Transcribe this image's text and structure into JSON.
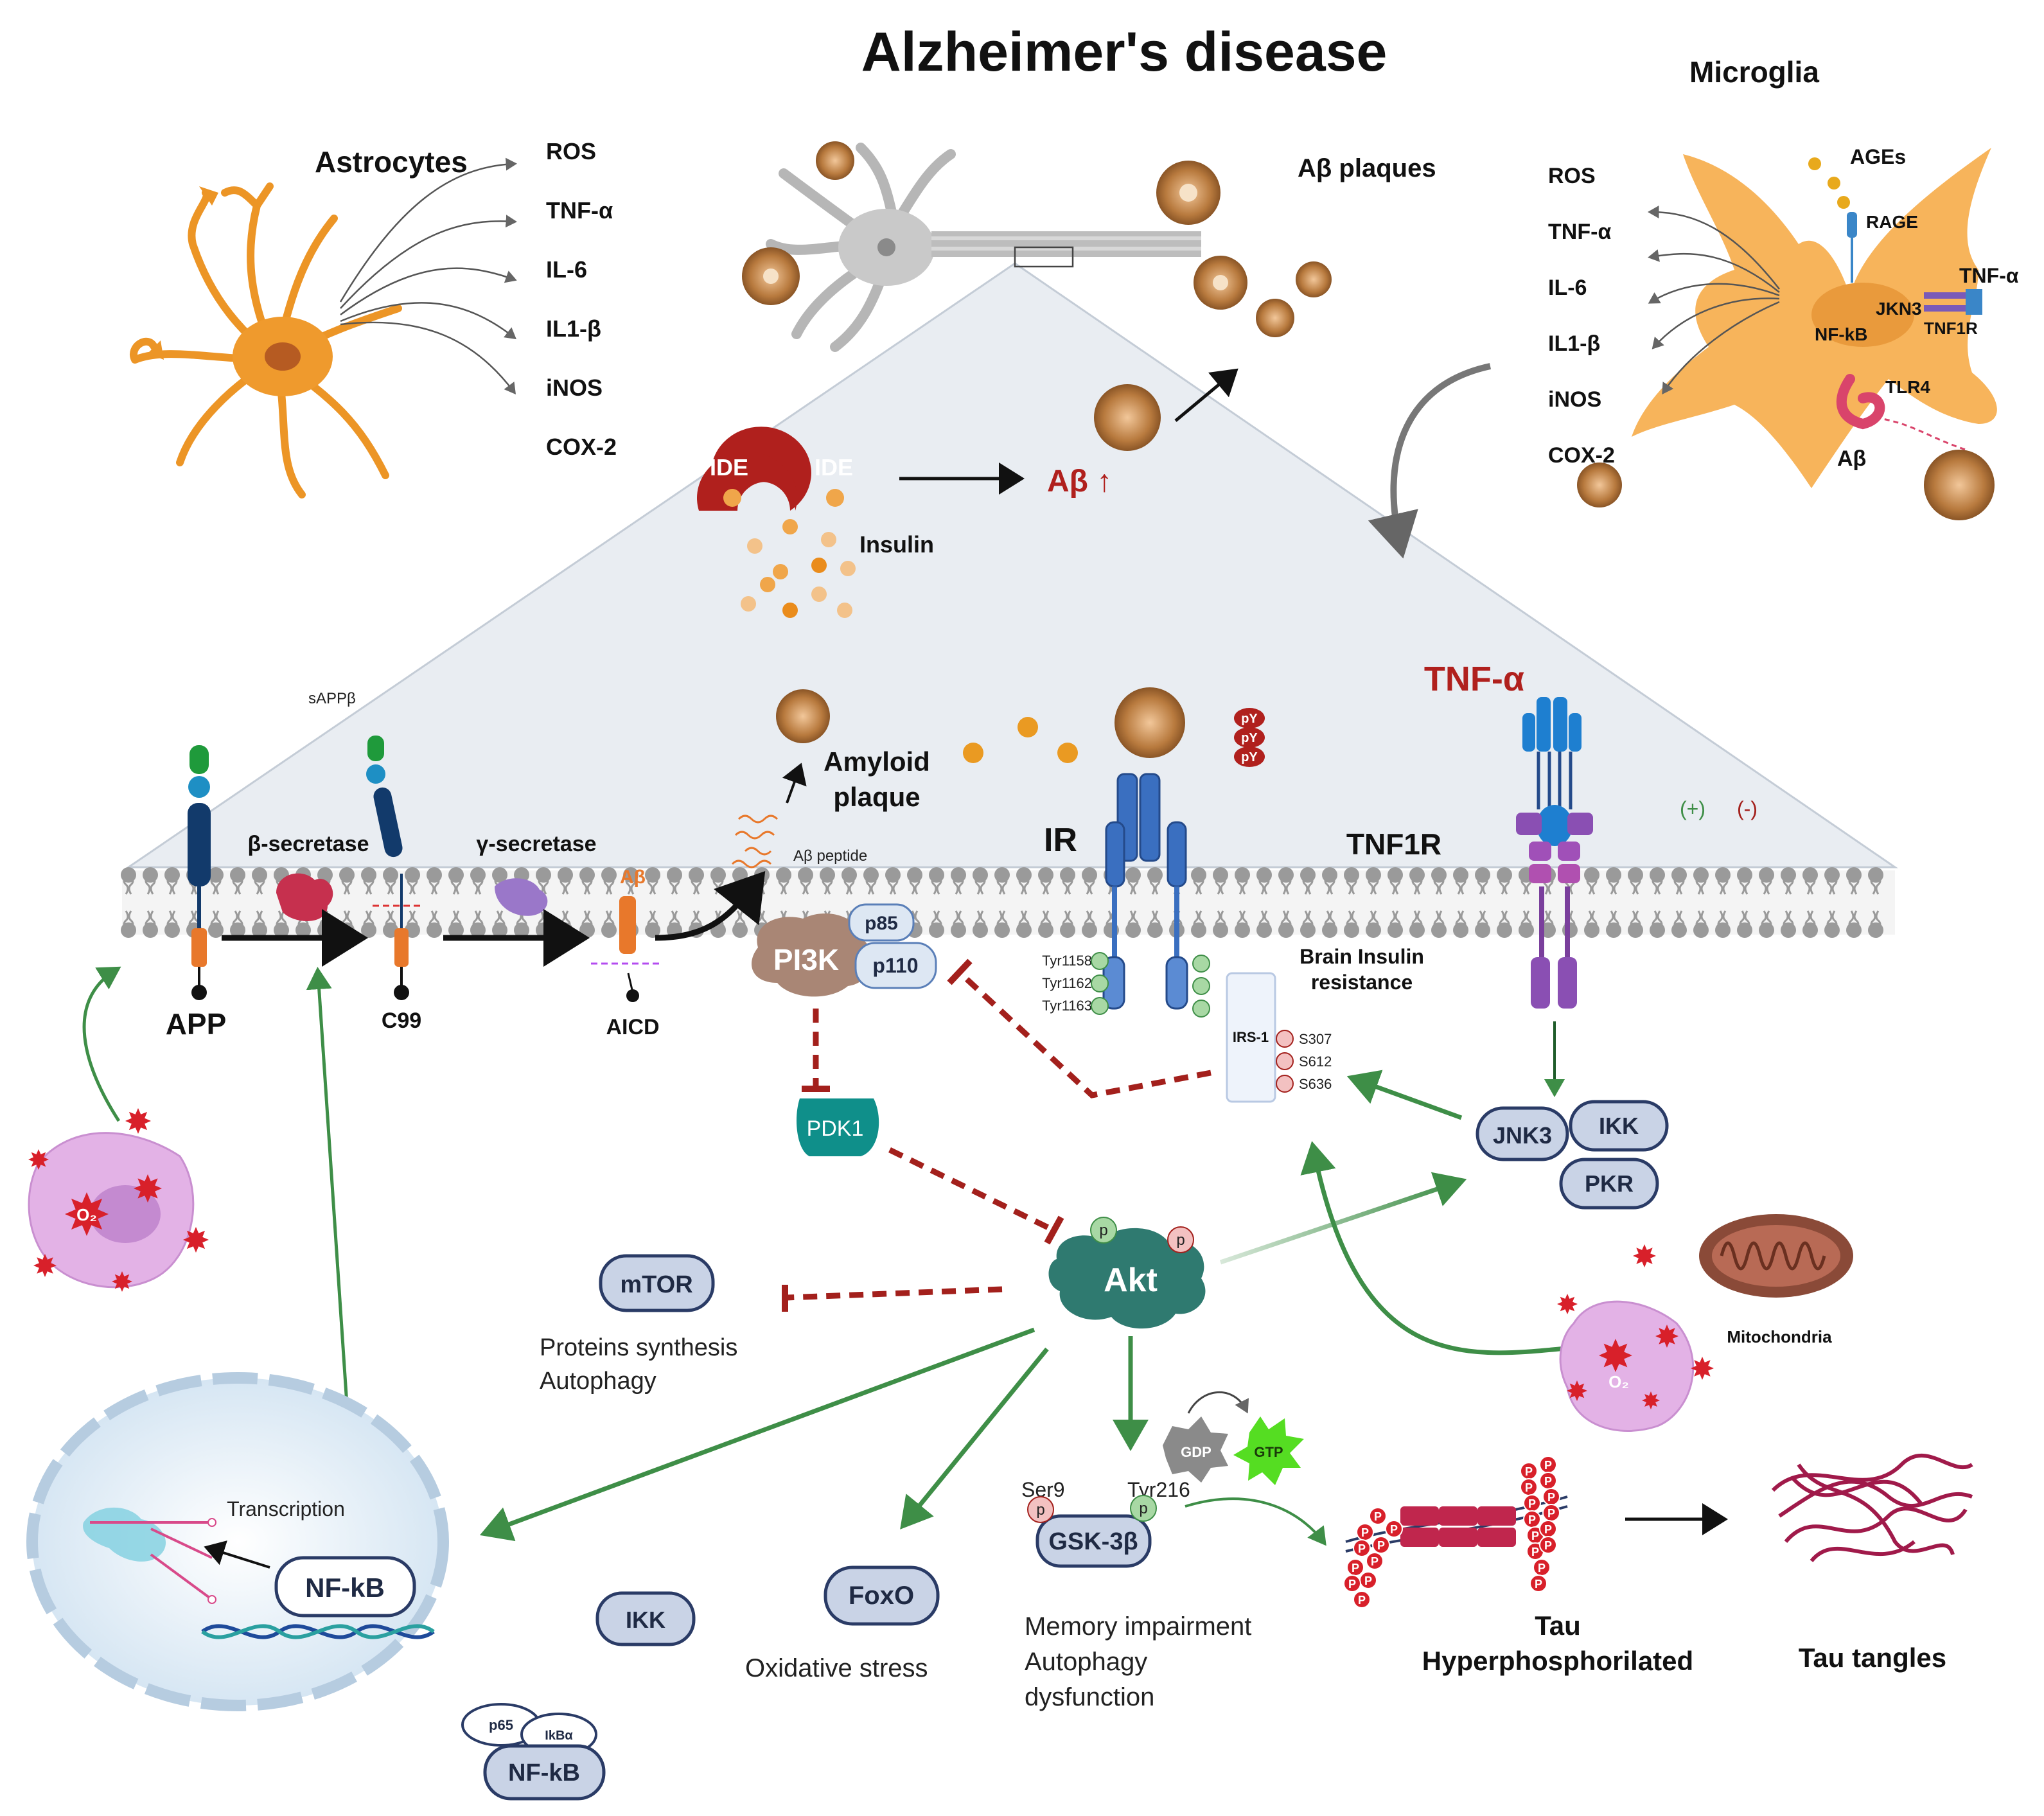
{
  "title": "Alzheimer's disease",
  "astrocytes": {
    "label": "Astrocytes",
    "outputs": [
      "ROS",
      "TNF-α",
      "IL-6",
      "IL1-β",
      "iNOS",
      "COX-2"
    ]
  },
  "microglia": {
    "label": "Microglia",
    "outputs": [
      "ROS",
      "TNF-α",
      "IL-6",
      "IL1-β",
      "iNOS",
      "COX-2"
    ],
    "ages": "AGEs",
    "rage": "RAGE",
    "jkn3": "JKN3",
    "nfkb": "NF-kB",
    "tnf_alpha": "TNF-α",
    "tnf1r": "TNF1R",
    "tlr4": "TLR4",
    "abeta": "Aβ"
  },
  "abeta_plaques": "Aβ plaques",
  "ide": [
    "IDE",
    "IDE"
  ],
  "insulin": "Insulin",
  "abeta_up": "Aβ ↑",
  "sappb": "sAPPβ",
  "amyloid_plaque": [
    "Amyloid",
    "plaque"
  ],
  "abeta_peptide": "Aβ peptide",
  "ir": "IR",
  "py": [
    "pY",
    "pY",
    "pY"
  ],
  "tnf_alpha_big": "TNF-α",
  "tnf1r_membrane": "TNF1R",
  "legend": {
    "plus": "(+)",
    "minus": "(-)"
  },
  "beta_secretase": "β-secretase",
  "gamma_secretase": "γ-secretase",
  "abeta_fragment": "Aβ",
  "app": "APP",
  "c99": "C99",
  "aicd": "AICD",
  "pi3k": {
    "label": "PI3K",
    "p85": "p85",
    "p110": "p110"
  },
  "tyr_sites": [
    "Tyr1158",
    "Tyr1162",
    "Tyr1163"
  ],
  "brain_insulin_resistance": [
    "Brain Insulin",
    "resistance"
  ],
  "irs1": {
    "label": "IRS-1",
    "sites": [
      "S307",
      "S612",
      "S636"
    ]
  },
  "pdk1": "PDK1",
  "kinase_complex": {
    "jnk3": "JNK3",
    "ikk": "IKK",
    "pkr": "PKR"
  },
  "akt": "Akt",
  "p": "p",
  "mtor": {
    "label": "mTOR",
    "effects": [
      "Proteins synthesis",
      "Autophagy"
    ]
  },
  "mitochondria": "Mitochondria",
  "o2": "O₂",
  "gdp": "GDP",
  "gtp": "GTP",
  "gsk3b": {
    "label": "GSK-3β",
    "ser9": "Ser9",
    "tyr216": "Tyr216"
  },
  "memory": [
    "Memory impairment",
    "Autophagy",
    "dysfunction"
  ],
  "tau": {
    "label": [
      "Tau",
      "Hyperphosphorilated"
    ],
    "tangles": "Tau tangles"
  },
  "transcription": "Transcription",
  "nfkb_nucleus": "NF-kB",
  "ikk_free": "IKK",
  "foxo": {
    "label": "FoxO",
    "effect": "Oxidative stress"
  },
  "nfkb_complex": {
    "p65": "p65",
    "ikba": "IkBα",
    "nfkb": "NF-kB"
  },
  "colors": {
    "activation": "#3e8e47",
    "inhibition": "#a3201c",
    "pill_fill": "#c9d3e6",
    "pill_stroke": "#2a3b66",
    "astrocyte": "#ee9a2b",
    "microglia": "#f7b45b",
    "membrane": "#9a9a9a"
  }
}
